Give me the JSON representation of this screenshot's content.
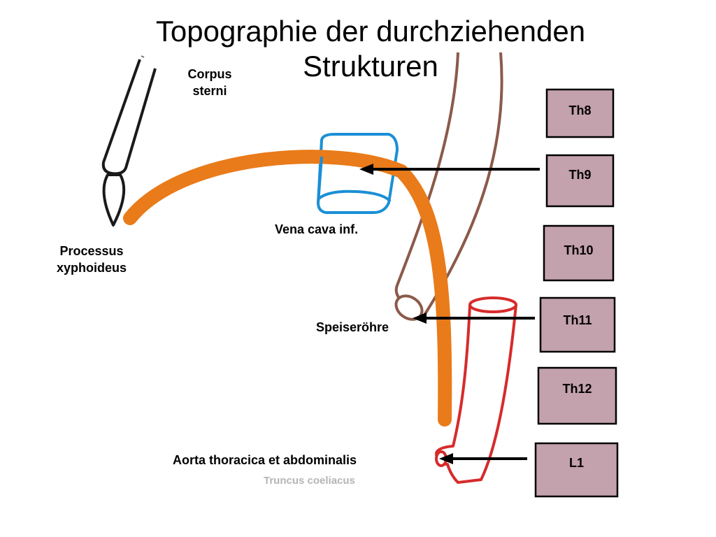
{
  "title": {
    "line1": "Topographie der durchziehenden",
    "line2": "Strukturen"
  },
  "labels": {
    "corpus_sterni": {
      "line1": "Corpus",
      "line2": "sterni"
    },
    "processus_xyphoideus": {
      "line1": "Processus",
      "line2": "xyphoideus"
    },
    "vena_cava": "Vena cava inf.",
    "speiseroehre": "Speiseröhre",
    "aorta": "Aorta thoracica et abdominalis",
    "truncus": "Truncus coeliacus"
  },
  "vertebrae": [
    "Th8",
    "Th9",
    "Th10",
    "Th11",
    "Th12",
    "L1"
  ],
  "colors": {
    "diaphragm": "#e97b1a",
    "vena_cava": "#1a8fd6",
    "esophagus": "#8b5a4a",
    "aorta": "#d62b2b",
    "vertebra_fill": "#c3a1ad",
    "vertebra_stroke": "#000000"
  }
}
